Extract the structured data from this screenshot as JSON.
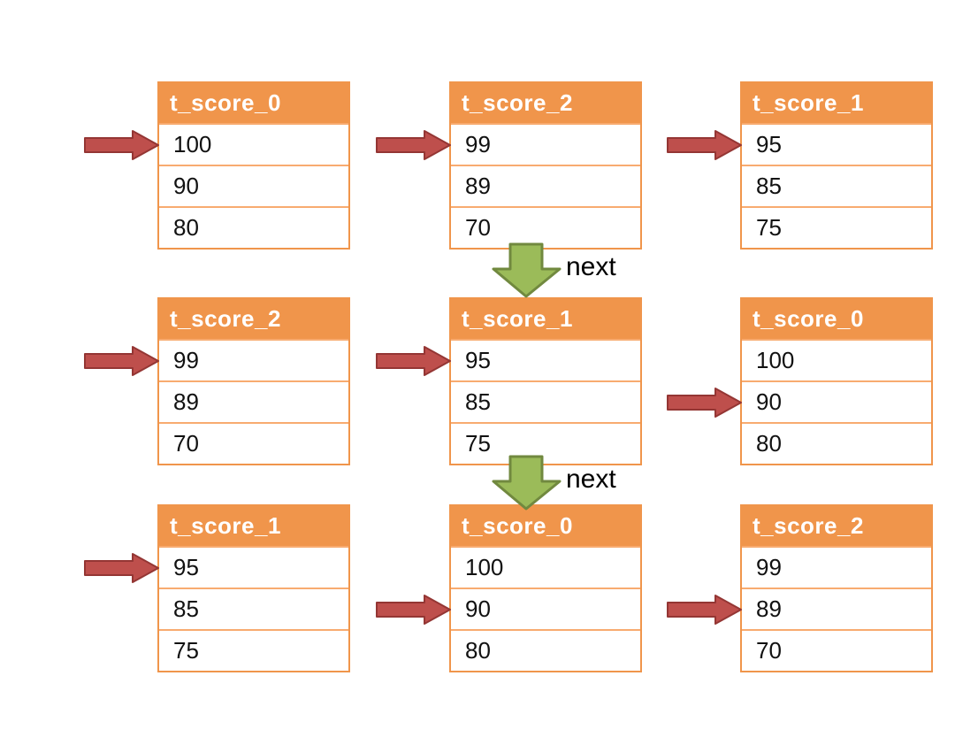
{
  "colors": {
    "background": "#ffffff",
    "table_header_bg": "#F0954B",
    "table_header_text": "#ffffff",
    "table_outer_border": "#F0954B",
    "table_row_border": "#F8AB70",
    "cell_text": "#111111",
    "red_arrow_fill": "#BE4F4C",
    "red_arrow_outline": "#943634",
    "green_arrow_fill": "#9BBB59",
    "green_arrow_outline": "#71893F",
    "next_label_text": "#000000"
  },
  "icons": {
    "red_arrow": "right-block-arrow",
    "next_arrow": "down-block-arrow"
  },
  "grid": {
    "rows": 3,
    "cols": 3
  },
  "tables": [
    {
      "name": "t_score_0",
      "rows": [
        "100",
        "90",
        "80"
      ],
      "pointer_row_index": 0
    },
    {
      "name": "t_score_2",
      "rows": [
        "99",
        "89",
        "70"
      ],
      "pointer_row_index": 0
    },
    {
      "name": "t_score_1",
      "rows": [
        "95",
        "85",
        "75"
      ],
      "pointer_row_index": 0
    },
    {
      "name": "t_score_2",
      "rows": [
        "99",
        "89",
        "70"
      ],
      "pointer_row_index": 0
    },
    {
      "name": "t_score_1",
      "rows": [
        "95",
        "85",
        "75"
      ],
      "pointer_row_index": 0
    },
    {
      "name": "t_score_0",
      "rows": [
        "100",
        "90",
        "80"
      ],
      "pointer_row_index": 1
    },
    {
      "name": "t_score_1",
      "rows": [
        "95",
        "85",
        "75"
      ],
      "pointer_row_index": 0
    },
    {
      "name": "t_score_0",
      "rows": [
        "100",
        "90",
        "80"
      ],
      "pointer_row_index": 1
    },
    {
      "name": "t_score_2",
      "rows": [
        "99",
        "89",
        "70"
      ],
      "pointer_row_index": 1
    }
  ],
  "next_arrows": [
    {
      "label": "next"
    },
    {
      "label": "next"
    }
  ]
}
